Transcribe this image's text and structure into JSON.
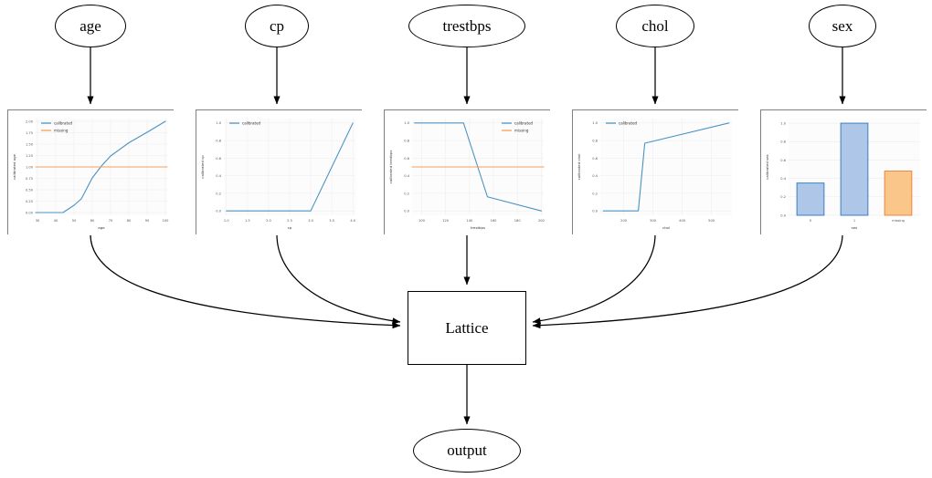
{
  "graph": {
    "input_nodes": [
      {
        "id": "age",
        "label": "age"
      },
      {
        "id": "cp",
        "label": "cp"
      },
      {
        "id": "trestbps",
        "label": "trestbps"
      },
      {
        "id": "chol",
        "label": "chol"
      },
      {
        "id": "sex",
        "label": "sex"
      }
    ],
    "lattice_label": "Lattice",
    "output_label": "output"
  },
  "legend": {
    "calibrated": "calibrated",
    "missing": "missing"
  },
  "colors": {
    "calibrated_line": "#4c92c3",
    "missing_line": "#f5a15c",
    "bar_blue_fill": "#aec7e8",
    "bar_blue_edge": "#2e75b6",
    "bar_orange_fill": "#fbc68a",
    "bar_orange_edge": "#ed7d31",
    "panel_border": "#808080",
    "node_stroke": "#000000"
  },
  "chart_data": [
    {
      "id": "age",
      "type": "line",
      "title": "",
      "xlabel": "age",
      "ylabel": "calibrated age",
      "xlim": [
        29,
        101
      ],
      "ylim": [
        -0.06,
        2.06
      ],
      "xticks": [
        30,
        40,
        50,
        60,
        70,
        80,
        90,
        100
      ],
      "yticks": [
        0.0,
        0.25,
        0.5,
        0.75,
        1.0,
        1.25,
        1.5,
        1.75,
        2.0
      ],
      "yticklabels": [
        "0.00",
        "0.25",
        "0.50",
        "0.75",
        "1.00",
        "1.25",
        "1.50",
        "1.75",
        "2.00"
      ],
      "legend": [
        "calibrated",
        "missing"
      ],
      "legend_position": "upper left",
      "grid": true,
      "series": [
        {
          "name": "calibrated",
          "color": "#4c92c3",
          "x": [
            29,
            44,
            50,
            54,
            60,
            65,
            70,
            80,
            90,
            100
          ],
          "y": [
            0.0,
            0.0,
            0.16,
            0.3,
            0.76,
            1.02,
            1.24,
            1.53,
            1.76,
            2.0
          ]
        },
        {
          "name": "missing",
          "color": "#f5a15c",
          "x": [
            29,
            101
          ],
          "y": [
            1.0,
            1.0
          ]
        }
      ]
    },
    {
      "id": "cp",
      "type": "line",
      "title": "",
      "xlabel": "cp",
      "ylabel": "calibrated cp",
      "xlim": [
        0.94,
        4.06
      ],
      "ylim": [
        -0.05,
        1.05
      ],
      "xticks": [
        1.0,
        1.5,
        2.0,
        2.5,
        3.0,
        3.5,
        4.0
      ],
      "xticklabels": [
        "1.0",
        "1.5",
        "2.0",
        "2.5",
        "3.0",
        "3.5",
        "4.0"
      ],
      "yticks": [
        0.0,
        0.2,
        0.4,
        0.6,
        0.8,
        1.0
      ],
      "yticklabels": [
        "0.0",
        "0.2",
        "0.4",
        "0.6",
        "0.8",
        "1.0"
      ],
      "legend": [
        "calibrated"
      ],
      "legend_position": "upper left",
      "grid": true,
      "series": [
        {
          "name": "calibrated",
          "color": "#4c92c3",
          "x": [
            1.0,
            2.0,
            3.0,
            4.0
          ],
          "y": [
            0.0,
            0.0,
            0.0,
            1.0
          ]
        }
      ]
    },
    {
      "id": "trestbps",
      "type": "line",
      "title": "",
      "xlabel": "trestbps",
      "ylabel": "calibrated trestbps",
      "xlim": [
        92,
        202
      ],
      "ylim": [
        -0.05,
        1.05
      ],
      "xticks": [
        100,
        120,
        140,
        160,
        180,
        200
      ],
      "yticks": [
        0.0,
        0.2,
        0.4,
        0.6,
        0.8,
        1.0
      ],
      "yticklabels": [
        "0.0",
        "0.2",
        "0.4",
        "0.6",
        "0.8",
        "1.0"
      ],
      "legend": [
        "calibrated",
        "missing"
      ],
      "legend_position": "upper right",
      "grid": true,
      "series": [
        {
          "name": "calibrated",
          "color": "#4c92c3",
          "x": [
            94,
            135,
            155,
            200
          ],
          "y": [
            1.0,
            1.0,
            0.16,
            0.0
          ]
        },
        {
          "name": "missing",
          "color": "#f5a15c",
          "x": [
            92,
            202
          ],
          "y": [
            0.5,
            0.5
          ]
        }
      ]
    },
    {
      "id": "chol",
      "type": "line",
      "title": "",
      "xlabel": "chol",
      "ylabel": "calibrated chol",
      "xlim": [
        120,
        570
      ],
      "ylim": [
        -0.05,
        1.05
      ],
      "xticks": [
        200,
        300,
        400,
        500
      ],
      "yticks": [
        0.0,
        0.2,
        0.4,
        0.6,
        0.8,
        1.0
      ],
      "yticklabels": [
        "0.0",
        "0.2",
        "0.4",
        "0.6",
        "0.8",
        "1.0"
      ],
      "legend": [
        "calibrated"
      ],
      "legend_position": "upper left",
      "grid": true,
      "series": [
        {
          "name": "calibrated",
          "color": "#4c92c3",
          "x": [
            130,
            250,
            272,
            560
          ],
          "y": [
            0.0,
            0.0,
            0.77,
            1.0
          ]
        }
      ]
    },
    {
      "id": "sex",
      "type": "bar",
      "title": "",
      "xlabel": "sex",
      "ylabel": "calibrated sex",
      "categories": [
        "0",
        "1",
        "missing"
      ],
      "values": [
        0.35,
        1.0,
        0.48
      ],
      "bar_colors": [
        "#aec7e8",
        "#aec7e8",
        "#fbc68a"
      ],
      "bar_edge_colors": [
        "#2e75b6",
        "#2e75b6",
        "#ed7d31"
      ],
      "ylim": [
        0.0,
        1.05
      ],
      "yticks": [
        0.0,
        0.2,
        0.4,
        0.6,
        0.8,
        1.0
      ],
      "yticklabels": [
        "0.0",
        "0.2",
        "0.4",
        "0.6",
        "0.8",
        "1.0"
      ],
      "grid": true
    }
  ]
}
